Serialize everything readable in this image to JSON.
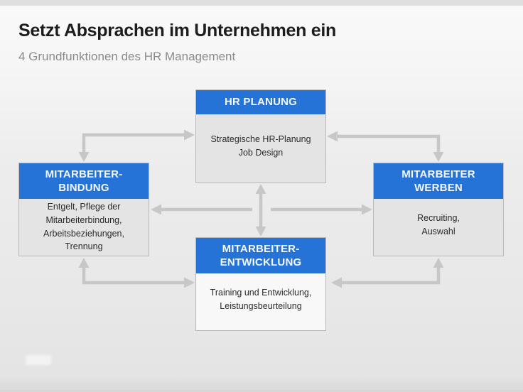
{
  "slide": {
    "title": "Setzt Absprachen im Unternehmen ein",
    "subtitle": "4 Grundfunktionen des HR Management"
  },
  "boxes": {
    "planung": {
      "header": "HR PLANUNG",
      "body": "Strategische HR-Planung\nJob Design"
    },
    "bindung": {
      "header": "MITARBEITER-\nBINDUNG",
      "body": "Entgelt, Pflege der\nMitarbeiterbindung,\nArbeitsbeziehungen,\nTrennung"
    },
    "werben": {
      "header": "MITARBEITER\nWERBEN",
      "body": "Recruiting,\nAuswahl"
    },
    "entwicklung": {
      "header": "MITARBEITER-\nENTWICKLUNG",
      "body": "Training und Entwicklung,\nLeistungsbeurteilung"
    }
  },
  "colors": {
    "header_blue": "#2573d6",
    "arrow_gray": "#c7c7c7",
    "body_gray": "#e4e4e4",
    "body_light": "#f8f8f8",
    "title_color": "#1d1d1d",
    "subtitle_color": "#8b8b8b"
  }
}
